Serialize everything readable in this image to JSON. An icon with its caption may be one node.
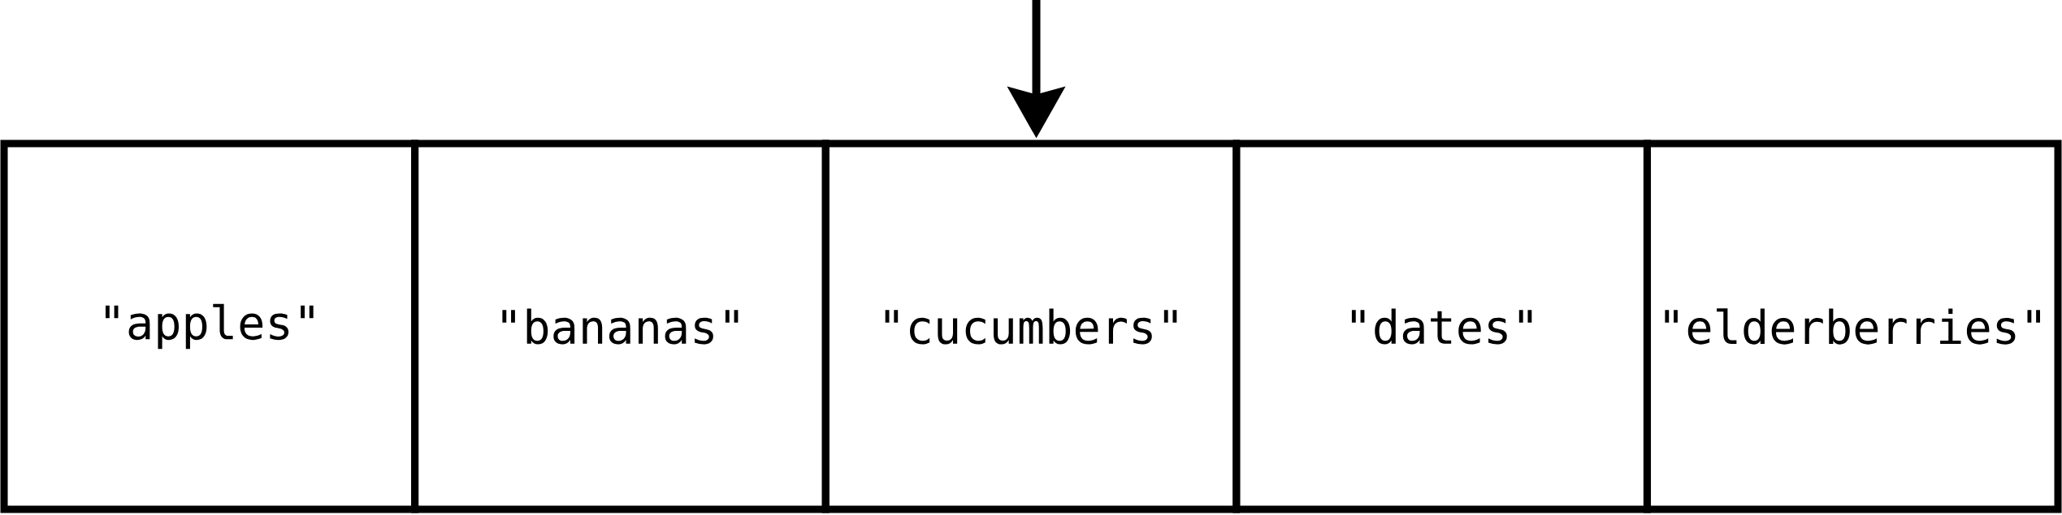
{
  "diagram": {
    "nodes": [
      {
        "text": [
          "\"apples\""
        ]
      },
      {
        "text": [
          "\"bananas\""
        ]
      },
      {
        "text": [
          "\"cucumbers\""
        ]
      },
      {
        "text": [
          "\"dates\""
        ]
      },
      {
        "text": [
          "\"elderberries\""
        ]
      }
    ],
    "edges": [
      {
        "from": null,
        "to": 2,
        "arrow": "to"
      }
    ]
  }
}
